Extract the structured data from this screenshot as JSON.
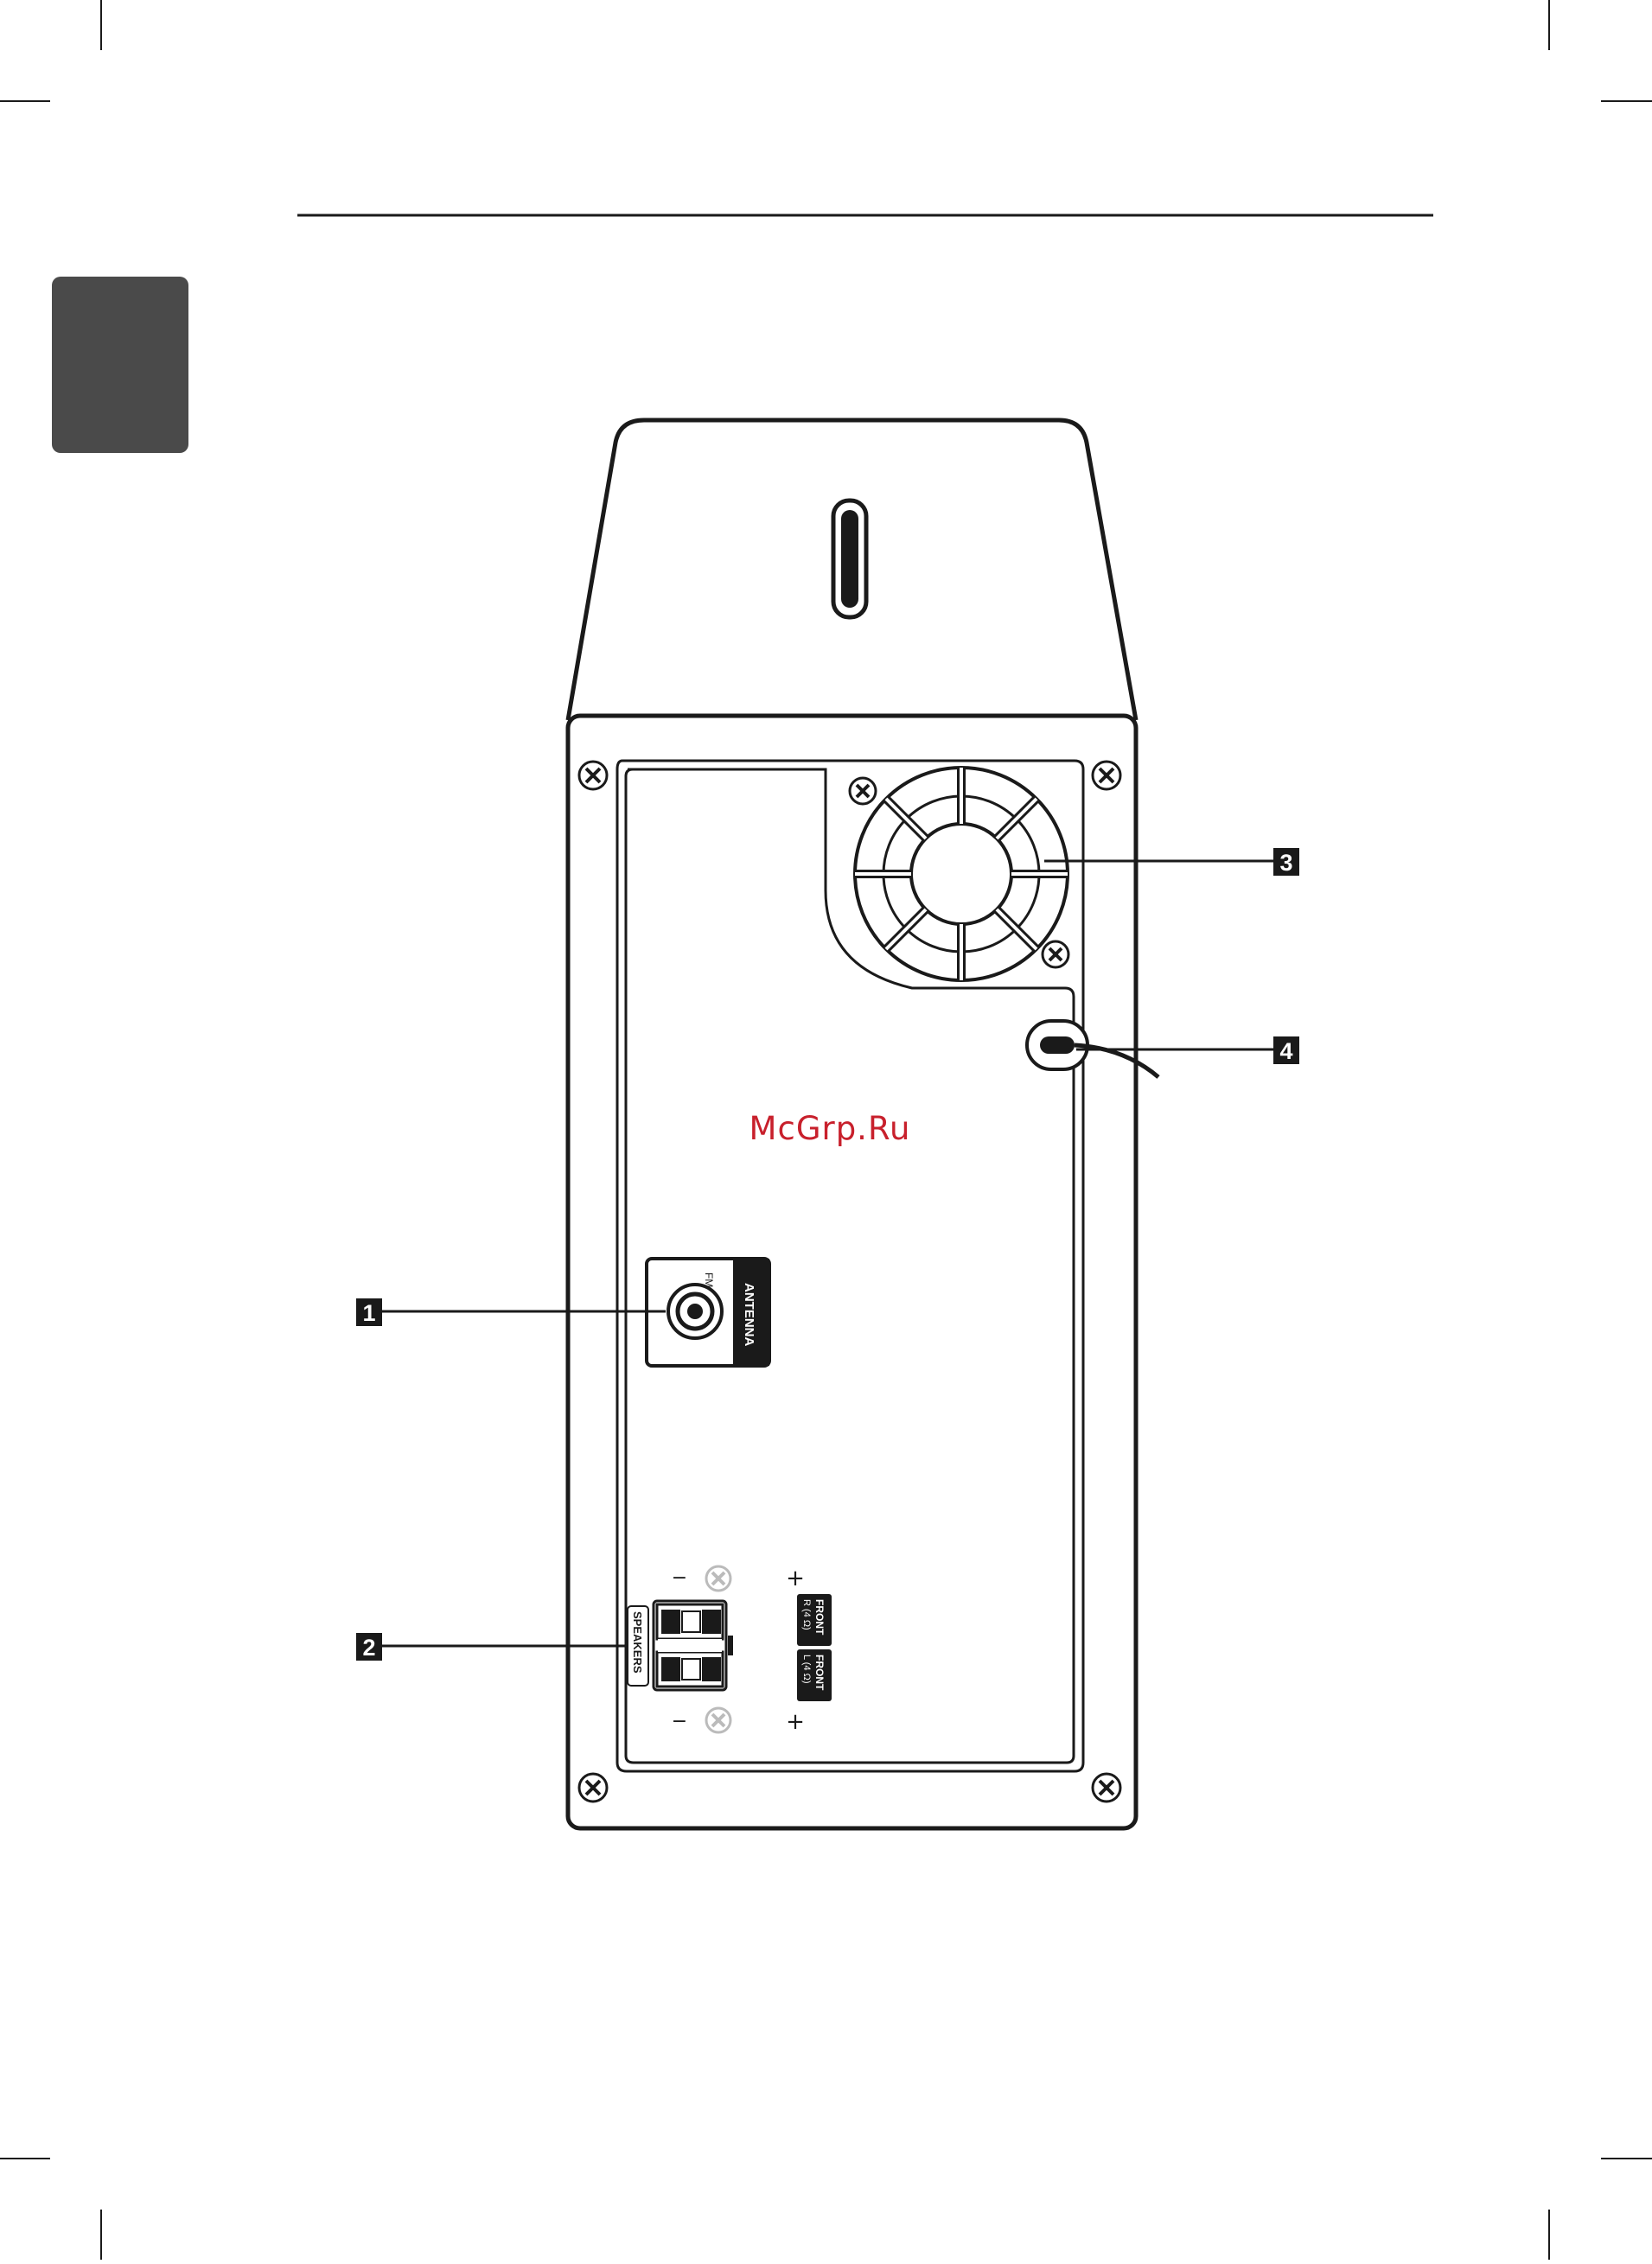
{
  "watermark": "McGrp.Ru",
  "callouts": [
    {
      "number": "1"
    },
    {
      "number": "2"
    },
    {
      "number": "3"
    },
    {
      "number": "4"
    }
  ],
  "antenna_panel": {
    "label": "ANTENNA",
    "sub_label": "FM"
  },
  "speaker_panel": {
    "label": "SPEAKERS",
    "minus": "−",
    "plus": "+",
    "right_channel": {
      "line1": "FRONT",
      "line2": "R (4 Ω)"
    },
    "left_channel": {
      "line1": "FRONT",
      "line2": "L (4 Ω)"
    }
  },
  "colors": {
    "ink": "#1a1a1a",
    "tab": "#4a4a4a",
    "watermark": "#c8202c",
    "screw_light": "#bbbbbb"
  }
}
